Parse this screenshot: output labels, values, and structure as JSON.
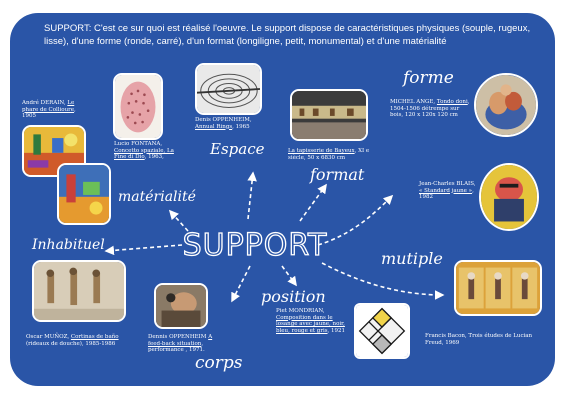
{
  "intro": "SUPPORT: C'est ce sur quoi est réalisé l'oeuvre. Le support dispose de caractéristiques physiques (souple, rugeux, lisse), d'une forme (ronde, carré), d'un format (longiligne, petit, monumental) et d'une matérialité",
  "center_word": "SUPPORT",
  "labels": {
    "materialite": "matérialité",
    "inhabituel": "Inhabituel",
    "espace": "Espace",
    "format": "format",
    "forme": "forme",
    "multiple": "mutiple",
    "position": "position",
    "corps": "corps"
  },
  "captions": {
    "derain_author": "André DERAIN, ",
    "derain_title": "Le phare de Collioure",
    "derain_year": ", 1905",
    "fontana_author": "Lucio FONTANA, ",
    "fontana_title": "Concetto spaziale, La Fine di Dio",
    "fontana_year": ", 1963,",
    "oppenheim_author": "Denis OPPENHEIM, ",
    "oppenheim_title": "Annual Rings",
    "oppenheim_year": ", 1965",
    "bayeux_title": "La tapisserie de Bayeux",
    "bayeux_rest": ", XI e siècle, 50 x 6830 cm",
    "michel_author": "MICHEL ANGE, ",
    "michel_title": "Tondo doni",
    "michel_rest": ", 1504-1506 détrempe sur bois, 120 x 120x 120 cm",
    "blais_author": "Jean-Charles BLAIS, ",
    "blais_title": "« Standard jaune »",
    "blais_year": ", 1982",
    "bacon_text": "Francis Bacon, Trois études de Lucian Freud, 1969",
    "mondrian_author": "Piet MONDRIAN, ",
    "mondrian_title": "Composition dans le losange avec jaune, noir, bleu, rouge et gris",
    "mondrian_year": ", 1921",
    "dennis_author": "Dennis OPPENHEIM ",
    "dennis_title": "A feed-back situation",
    "dennis_rest": ", performance , 1971.",
    "munoz_author": "Oscar MUÑOZ, ",
    "munoz_title": "Cortinas de baño",
    "munoz_rest": " (rideaux de douche), 1985-1986"
  },
  "colors": {
    "card": "#2a55a7",
    "text": "#ffffff",
    "background": "#ffffff"
  }
}
